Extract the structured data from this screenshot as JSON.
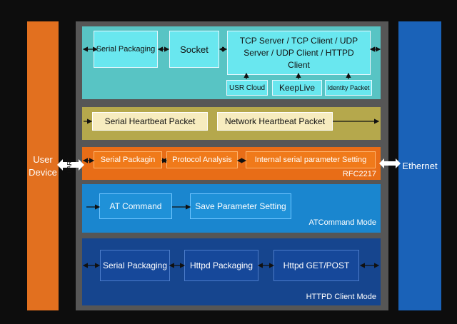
{
  "colors": {
    "background": "#0d0d0d",
    "frame": "#565656",
    "user_device": "#e2701f",
    "ethernet": "#1a62b8",
    "transport_panel": "#58c4c4",
    "heartbeat_panel": "#b5a84c",
    "rfc2217_panel": "#e86d17",
    "atcommand_panel": "#1a86cf",
    "httpd_panel": "#16458e"
  },
  "left": {
    "label": "User Device",
    "uart_label": "UART"
  },
  "right": {
    "label": "Ethernet"
  },
  "transport": {
    "serial_packaging": "Serial Packaging",
    "socket": "Socket",
    "protocols": "TCP Server / TCP Client / UDP Server / UDP Client / HTTPD Client",
    "usr_cloud": "USR Cloud",
    "keeplive": "KeepLive",
    "identity_packet": "Identity Packet"
  },
  "heartbeat": {
    "serial_heartbeat": "Serial Heartbeat Packet",
    "network_heartbeat": "Network Heartbeat Packet"
  },
  "rfc2217": {
    "serial_packaging": "Serial Packagin",
    "protocol_analysis": "Protocol Analysis",
    "internal_setting": "Internal serial parameter Setting",
    "mode_label": "RFC2217"
  },
  "atcommand": {
    "at_command": "AT Command",
    "save_parameter": "Save Parameter Setting",
    "mode_label": "ATCommand Mode"
  },
  "httpd": {
    "serial_packaging": "Serial Packaging",
    "httpd_packaging": "Httpd Packaging",
    "httpd_get_post": "Httpd GET/POST",
    "mode_label": "HTTPD Client Mode"
  }
}
